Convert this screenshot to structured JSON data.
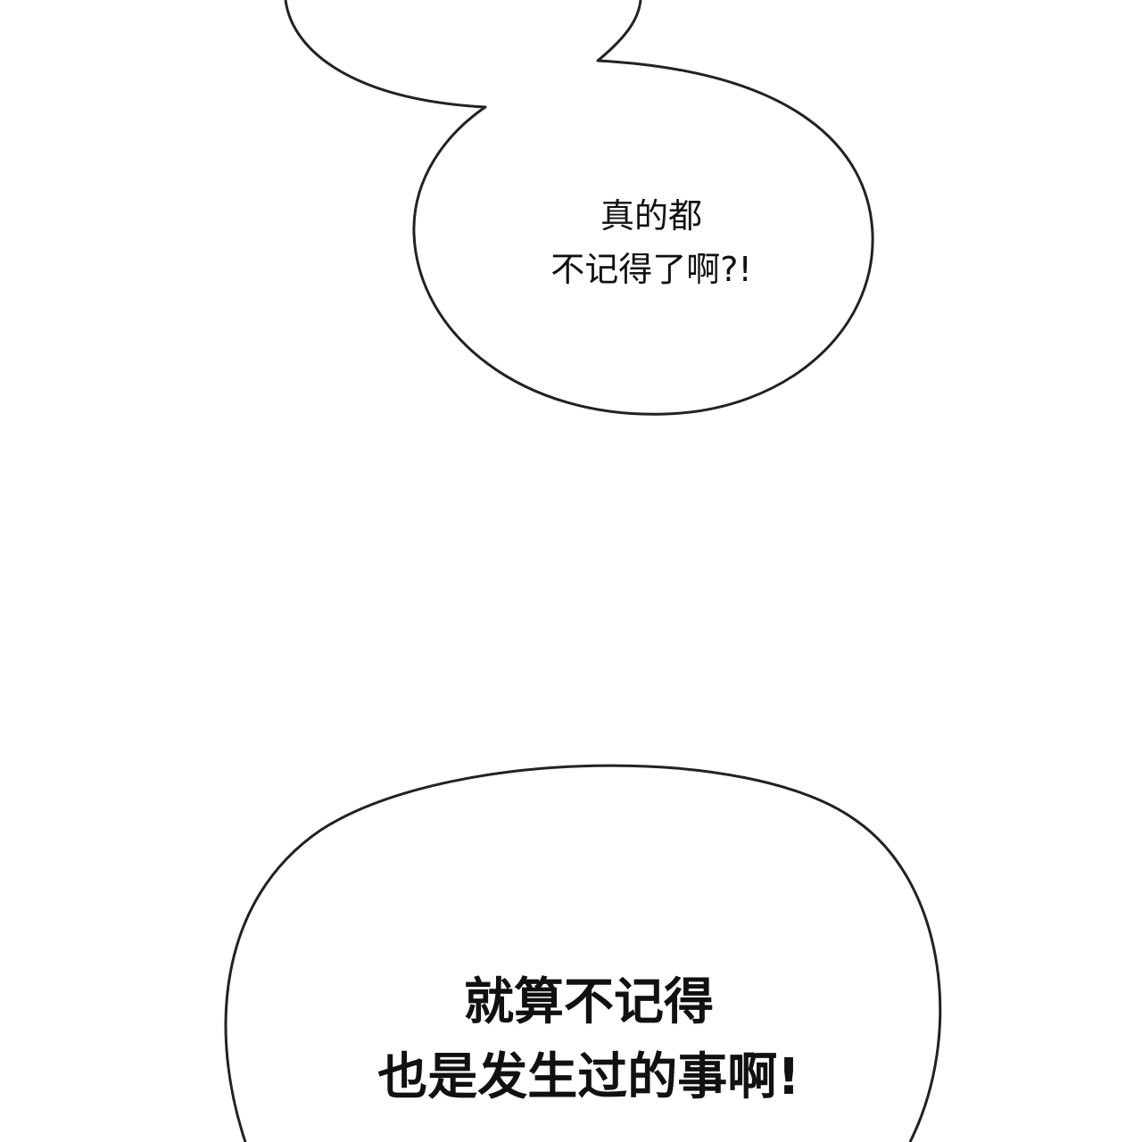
{
  "colors": {
    "background": "#ffffff",
    "outline": "#222222",
    "text": "#111111"
  },
  "bubbles": [
    {
      "lines": [
        "真的都",
        "不记得了啊?!"
      ]
    },
    {
      "lines": [
        "就算不记得",
        "也是发生过的事啊!"
      ]
    }
  ]
}
